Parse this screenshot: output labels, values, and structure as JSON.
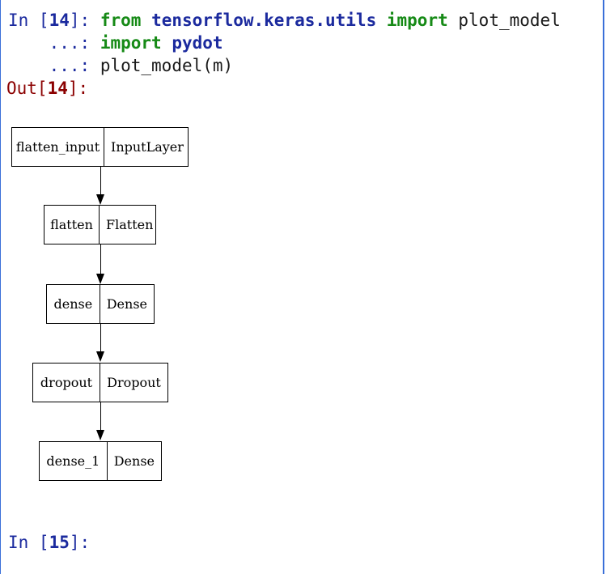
{
  "cell_in": {
    "prompt_in": "In [",
    "prompt_num": "14",
    "prompt_close": "]:",
    "cont": "...:",
    "line1": {
      "kw1": "from",
      "mod": "tensorflow.keras.utils",
      "kw2": "import",
      "rest": "plot_model"
    },
    "line2": {
      "kw": "import",
      "mod": "pydot"
    },
    "line3": {
      "rest": "plot_model(m)"
    }
  },
  "cell_out": {
    "prompt_out": "Out[",
    "prompt_num": "14",
    "prompt_close": "]:"
  },
  "model_graph": {
    "nodes": [
      {
        "name": "flatten_input",
        "type": "InputLayer"
      },
      {
        "name": "flatten",
        "type": "Flatten"
      },
      {
        "name": "dense",
        "type": "Dense"
      },
      {
        "name": "dropout",
        "type": "Dropout"
      },
      {
        "name": "dense_1",
        "type": "Dense"
      }
    ]
  },
  "cell_next": {
    "prompt_in": "In [",
    "prompt_num": "15",
    "prompt_close": "]:"
  },
  "colors": {
    "in_prompt": "#1b2a9e",
    "out_prompt": "#8b0000",
    "keyword": "#168a16",
    "module": "#1b2a9e",
    "frame": "#3a6fd8"
  }
}
